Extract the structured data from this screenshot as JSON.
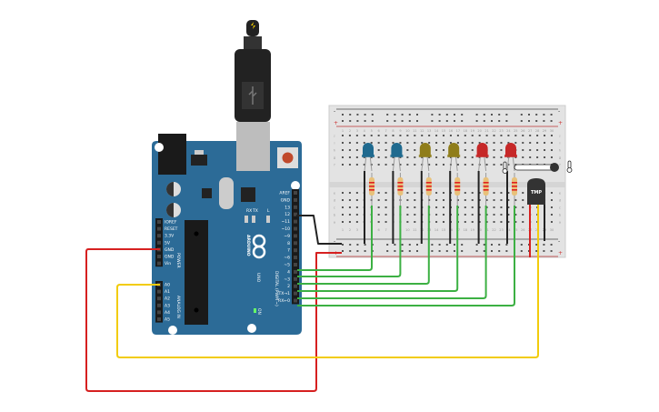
{
  "arduino": {
    "brand": "ARDUINO",
    "model": "UNO",
    "power_pins": [
      "IOREF",
      "RESET",
      "3.3V",
      "5V",
      "GND",
      "GND",
      "Vin"
    ],
    "power_label": "POWER",
    "analog_pins": [
      "A0",
      "A1",
      "A2",
      "A3",
      "A4",
      "A5"
    ],
    "analog_label": "ANALOG IN",
    "digital_pins": [
      "AREF",
      "GND",
      "13",
      "12",
      "~11",
      "~10",
      "~9",
      "8",
      "7",
      "~6",
      "~5",
      "4",
      "~3",
      "2",
      "TX→1",
      "RX←0"
    ],
    "digital_label": "DIGITAL (PWM ~)",
    "led_labels": [
      "RX",
      "TX",
      "L"
    ],
    "on_label": "ON",
    "board_color": "#2c6b97"
  },
  "breadboard": {
    "row_labels_top": [
      "j",
      "i",
      "h",
      "g",
      "f"
    ],
    "row_labels_bottom": [
      "e",
      "d",
      "c",
      "b",
      "a"
    ],
    "rail_plus": "+",
    "rail_minus": "-"
  },
  "components": {
    "leds": [
      {
        "color": "#1f6a8f",
        "pin": "7"
      },
      {
        "color": "#1f6a8f",
        "pin": "~6"
      },
      {
        "color": "#8f7d1a",
        "pin": "~5"
      },
      {
        "color": "#8f7d1a",
        "pin": "4"
      },
      {
        "color": "#c62828",
        "pin": "~3"
      },
      {
        "color": "#c62828",
        "pin": "2"
      }
    ],
    "temp_sensor_label": "TMP",
    "temp_slider_level": 1.0
  },
  "wire_colors": {
    "signal": "#3cb043",
    "ground": "#222222",
    "power": "#d62020",
    "analog": "#f2cc0c"
  }
}
